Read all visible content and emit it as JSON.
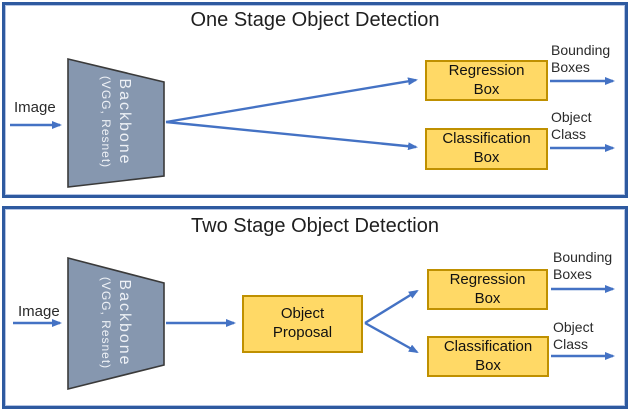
{
  "diagram": {
    "panels": [
      {
        "title": "One Stage Object Detection",
        "input_label": "Image",
        "backbone": {
          "name": "Backbone",
          "detail": "(VGG, Resnet)"
        },
        "boxes": {
          "regression": "Regression Box",
          "classification": "Classification Box"
        },
        "outputs": {
          "bounding": "Bounding Boxes",
          "object_class": "Object Class"
        }
      },
      {
        "title": "Two Stage Object Detection",
        "input_label": "Image",
        "backbone": {
          "name": "Backbone",
          "detail": "(VGG, Resnet)"
        },
        "proposal": "Object Proposal",
        "boxes": {
          "regression": "Regression Box",
          "classification": "Classification Box"
        },
        "outputs": {
          "bounding": "Bounding Boxes",
          "object_class": "Object Class"
        }
      }
    ],
    "colors": {
      "panel_border": "#2e5aa0",
      "panel_inner": "#b4c4e4",
      "arrow": "#4472c4",
      "box_fill": "#ffd966",
      "box_border": "#bf9000",
      "backbone_fill": "#8697af",
      "backbone_border": "#3a3a3a",
      "backbone_text": "#eef1f6",
      "text": "#1a1a1a"
    }
  }
}
